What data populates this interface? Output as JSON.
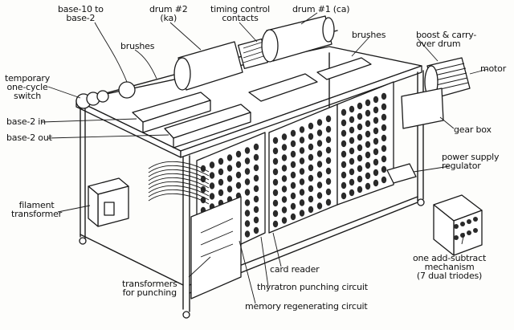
{
  "labels": {
    "base10_to_base2": "base-10 to\nbase-2",
    "drum2": "drum #2\n(ka)",
    "timing_control": "timing control\ncontacts",
    "drum1": "drum #1 (ca)",
    "brushes_top": "brushes",
    "brushes_right": "brushes",
    "boost_carry": "boost & carry-\nover drum",
    "motor": "motor",
    "temporary_switch": "temporary\none-cycle\nswitch",
    "base2_in": "base-2 in",
    "base2_out": "base-2 out",
    "gear_box": "gear box",
    "power_supply": "power supply\nregulator",
    "filament_transformer": "filament\ntransformer",
    "card_reader": "card reader",
    "add_subtract": "one add-subtract\nmechanism\n(7 dual triodes)",
    "thyratron": "thyratron punching circuit",
    "transformers_punching": "transformers\nfor punching",
    "memory_regen": "memory regenerating circuit"
  }
}
